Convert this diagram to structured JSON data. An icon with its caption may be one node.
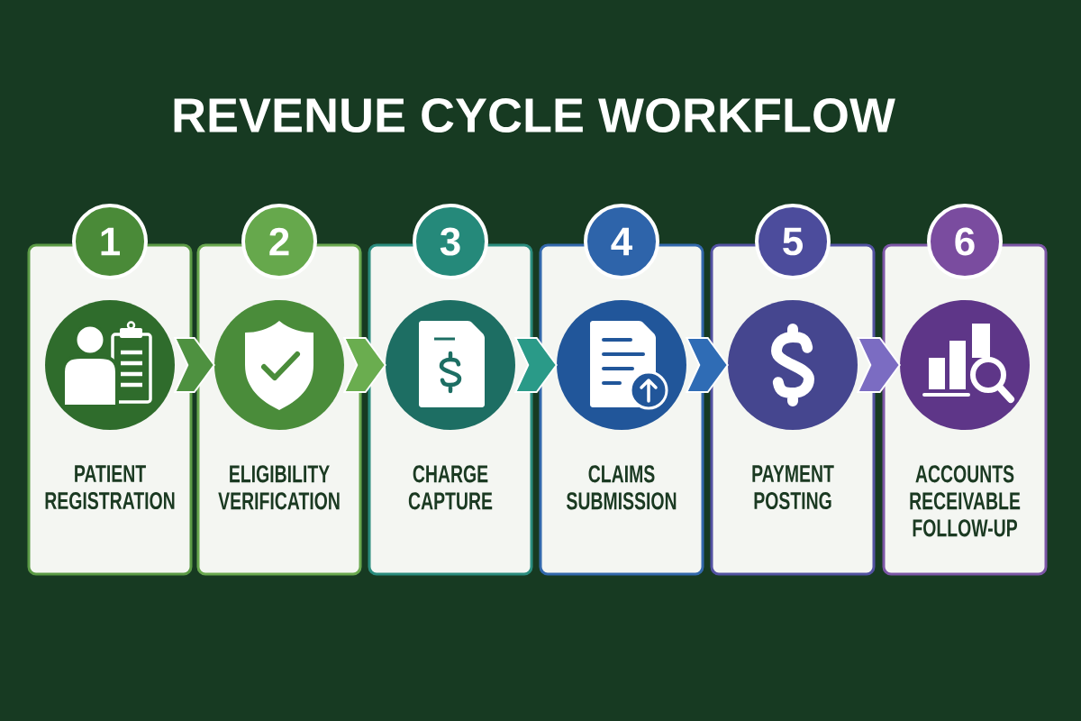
{
  "diagram": {
    "title": "REVENUE CYCLE WORKFLOW",
    "nodes": [
      {
        "text": [
          "1",
          "PATIENT REGISTRATION"
        ]
      },
      {
        "text": [],
        "shape": "circle",
        "in": 0
      },
      {
        "text": [
          "2",
          "ELIGIBILITY VERIFICATION"
        ]
      },
      {
        "text": [],
        "shape": "circle",
        "in": 2
      },
      {
        "text": [
          "3",
          "CHARGE CAPTURE"
        ]
      },
      {
        "text": [],
        "shape": "circle",
        "in": 4
      },
      {
        "text": [
          "4",
          "CLAIMS SUBMISSION"
        ]
      },
      {
        "text": [],
        "shape": "circle",
        "in": 6
      },
      {
        "text": [
          "5",
          "PAYMENT POSTING"
        ]
      },
      {
        "text": [],
        "shape": "circle",
        "in": 8
      },
      {
        "text": [
          "6",
          "ACCOUNTS RECEIVABLE FOLLOW-UP"
        ]
      },
      {
        "text": [],
        "shape": "circle",
        "in": 10
      }
    ],
    "edges": [
      {
        "from": 1,
        "to": 3,
        "arrow": "to",
        "color": "#4e9140"
      },
      {
        "from": 3,
        "to": 5,
        "arrow": "to",
        "color": "#6aad4f"
      },
      {
        "from": 5,
        "to": 7,
        "arrow": "to",
        "color": "#2a9a88"
      },
      {
        "from": 7,
        "to": 9,
        "arrow": "to",
        "color": "#2f6cb5"
      },
      {
        "from": 9,
        "to": 11,
        "arrow": "to",
        "color": "#7b6cc2"
      }
    ]
  }
}
